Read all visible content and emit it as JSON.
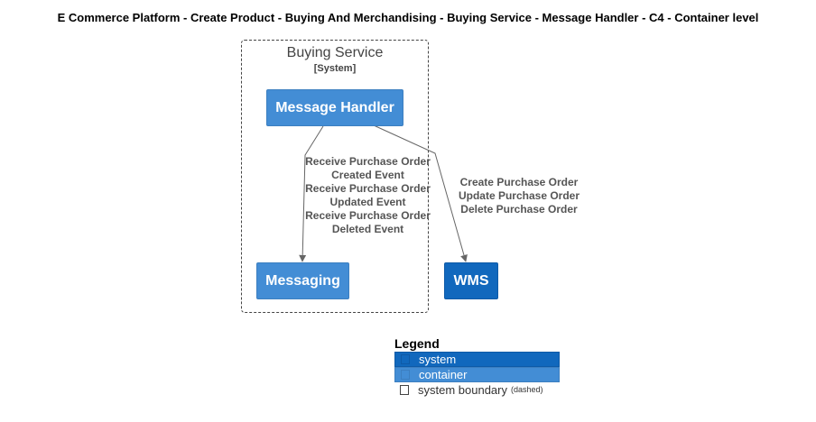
{
  "title": "E Commerce Platform - Create Product - Buying And Merchandising - Buying Service - Message Handler - C4 - Container level",
  "boundary": {
    "name": "Buying Service",
    "type": "[System]"
  },
  "nodes": {
    "message_handler": "Message Handler",
    "messaging": "Messaging",
    "wms": "WMS"
  },
  "edges": {
    "to_messaging": [
      "Receive Purchase Order",
      "Created Event",
      "Receive Purchase Order",
      "Updated Event",
      "Receive Purchase Order",
      "Deleted Event"
    ],
    "to_wms": [
      "Create Purchase Order",
      "Update Purchase Order",
      "Delete Purchase Order"
    ]
  },
  "legend": {
    "title": "Legend",
    "system": "system",
    "container": "container",
    "boundary": "system boundary",
    "boundary_note": "(dashed)"
  },
  "colors": {
    "system": "#1168bd",
    "container": "#438dd5",
    "edge": "#666666"
  }
}
